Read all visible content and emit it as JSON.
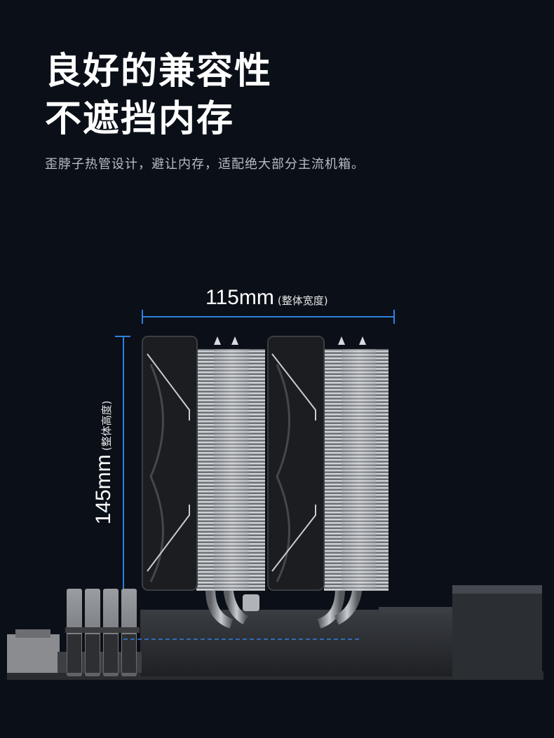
{
  "headline": {
    "line1": "良好的兼容性",
    "line2": "不遮挡内存"
  },
  "subtitle": "歪脖子热管设计，避让内存，适配绝大部分主流机箱。",
  "dimensions": {
    "width": {
      "value": "115mm",
      "note": "(整体宽度)"
    },
    "height": {
      "value": "145mm",
      "note": "(整体高度)"
    }
  },
  "colors": {
    "background": "#0b1018",
    "accent_line": "#2f7fe0"
  }
}
